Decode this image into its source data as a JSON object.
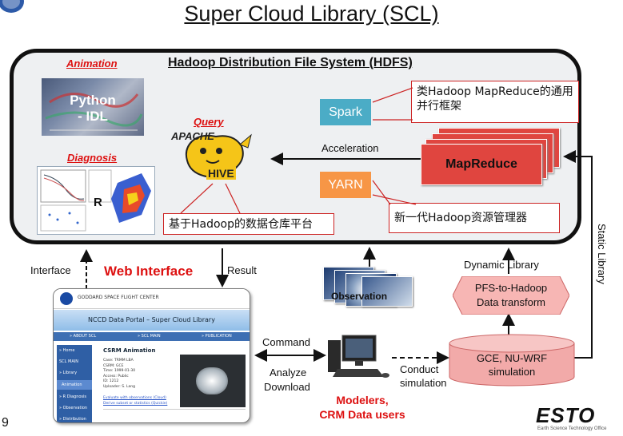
{
  "title": "Super Cloud Library (SCL)",
  "hdfs": {
    "label": "Hadoop Distribution File System (HDFS)"
  },
  "animation": {
    "label": "Animation",
    "tool_line1": "Python",
    "tool_line2": "- IDL"
  },
  "diagnosis": {
    "label": "Diagnosis",
    "tool": "R"
  },
  "query": {
    "label": "Query",
    "logo_top": "APACHE",
    "logo_bottom": "HIVE",
    "note": "基于Hadoop的数据仓库平台"
  },
  "spark": {
    "label": "Spark",
    "note_line1": "类Hadoop MapReduce的通用",
    "note_line2": "并行框架"
  },
  "yarn": {
    "label": "YARN",
    "note": "新一代Hadoop资源管理器"
  },
  "mapreduce": {
    "label": "MapReduce"
  },
  "flows": {
    "acceleration": "Acceleration",
    "interface": "Interface",
    "result": "Result",
    "dynamic_library": "Dynamic Library",
    "static_library": "Static Library",
    "command": "Command",
    "analyze": "Analyze",
    "download": "Download",
    "conduct": "Conduct",
    "simulation": "simulation"
  },
  "web_interface": {
    "label": "Web Interface",
    "header_org": "GODDARD SPACE FLIGHT CENTER",
    "banner": "NCCD Data Portal – Super Cloud Library",
    "nav": [
      "» ABOUT SCL",
      "» SCL MAIN",
      "» PUBLICATION"
    ],
    "sidebar": [
      "» Home",
      "SCL MAIN",
      "» Library",
      "Animation",
      "» R Diagnosis",
      "» Observation",
      "» Distribution"
    ],
    "content_title": "CSRM Animation",
    "content_lines": [
      "Case: TRMM LBA",
      "CSRM: GCE",
      "Time: 1999-01-30",
      "Access: Public",
      "ID: 1212",
      "Uploader: S. Lang"
    ],
    "links": [
      "Evaluate with observations (Cloud)",
      "Derive subset or statistics (Quickie)"
    ]
  },
  "observation": {
    "label": "Observation"
  },
  "pfs": {
    "line1": "PFS-to-Hadoop",
    "line2": "Data transform"
  },
  "gce": {
    "line1": "GCE, NU-WRF",
    "line2": "simulation"
  },
  "users": {
    "line1": "Modelers,",
    "line2": "CRM Data users"
  },
  "page_number": "9",
  "esto": {
    "logo": "ESTO",
    "sub": "Earth Science Technology Office"
  },
  "colors": {
    "spark": "#4bacc6",
    "yarn": "#f79646",
    "mapreduce": "#e0453f",
    "red_label": "#dd1111",
    "portal_blue": "#2f5fa5",
    "gce": "#f2aaa9",
    "pfs": "#f7b6b4"
  }
}
